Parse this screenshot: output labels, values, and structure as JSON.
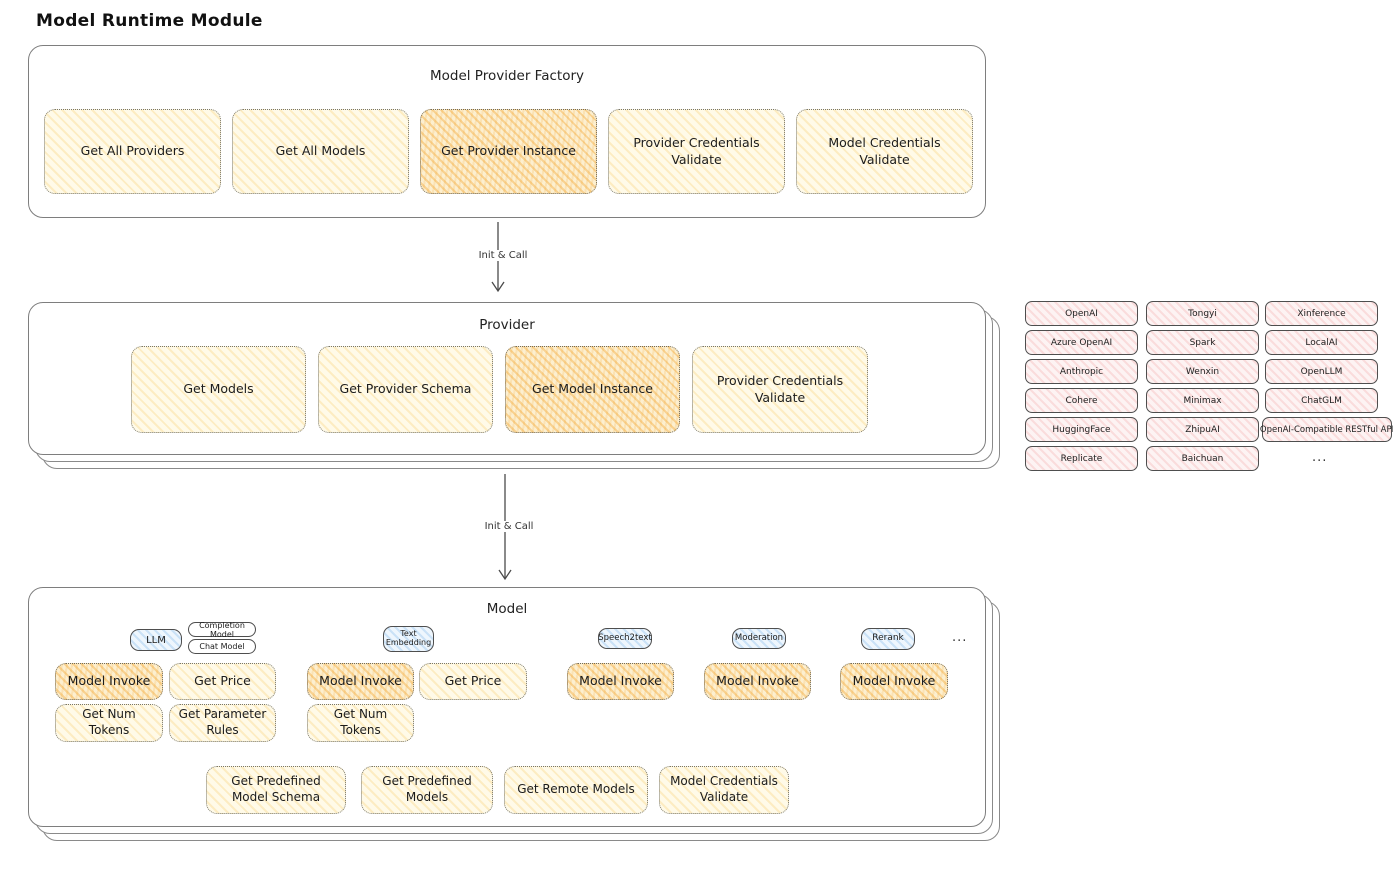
{
  "page": {
    "title": "Model Runtime Module"
  },
  "arrows": {
    "init_call_1": "Init & Call",
    "init_call_2": "Init & Call"
  },
  "factory": {
    "title": "Model Provider Factory",
    "boxes": [
      {
        "label": "Get All Providers",
        "highlight": false
      },
      {
        "label": "Get All Models",
        "highlight": false
      },
      {
        "label": "Get Provider Instance",
        "highlight": true
      },
      {
        "label": "Provider Credentials Validate",
        "highlight": false
      },
      {
        "label": "Model Credentials Validate",
        "highlight": false
      }
    ]
  },
  "provider": {
    "title": "Provider",
    "boxes": [
      {
        "label": "Get Models",
        "highlight": false
      },
      {
        "label": "Get Provider Schema",
        "highlight": false
      },
      {
        "label": "Get Model Instance",
        "highlight": true
      },
      {
        "label": "Provider Credentials Validate",
        "highlight": false
      }
    ]
  },
  "providers_grid": {
    "col1": [
      "OpenAI",
      "Azure OpenAI",
      "Anthropic",
      "Cohere",
      "HuggingFace",
      "Replicate"
    ],
    "col2": [
      "Tongyi",
      "Spark",
      "Wenxin",
      "Minimax",
      "ZhipuAI",
      "Baichuan"
    ],
    "col3": [
      "Xinference",
      "LocalAI",
      "OpenLLM",
      "ChatGLM",
      "OpenAI-Compatible RESTful API"
    ],
    "more": "..."
  },
  "model": {
    "title": "Model",
    "types": {
      "llm": "LLM",
      "completion": "Completion Model",
      "chat": "Chat Model",
      "text_embedding": "Text Embedding",
      "speech2text": "Speech2text",
      "moderation": "Moderation",
      "rerank": "Rerank",
      "more": "..."
    },
    "ops": {
      "model_invoke": "Model Invoke",
      "get_price": "Get Price",
      "get_num_tokens": "Get Num Tokens",
      "get_parameter_rules": "Get Parameter Rules"
    },
    "bottom_ops": [
      {
        "label": "Get Predefined Model Schema"
      },
      {
        "label": "Get Predefined Models"
      },
      {
        "label": "Get Remote Models"
      },
      {
        "label": "Model Credentials Validate"
      }
    ]
  },
  "colors": {
    "yellow_fill": "#fffae8",
    "yellow_hatch": "#f6c656",
    "orange_fill": "#fcefd0",
    "orange_hatch": "#f2a632",
    "pink_fill": "#fdf3f3",
    "pink_hatch": "#ee8c8c",
    "blue_fill": "#eef6fd",
    "blue_hatch": "#6cace6",
    "card_border": "#7e7e7e",
    "text": "#1f1f1f"
  }
}
